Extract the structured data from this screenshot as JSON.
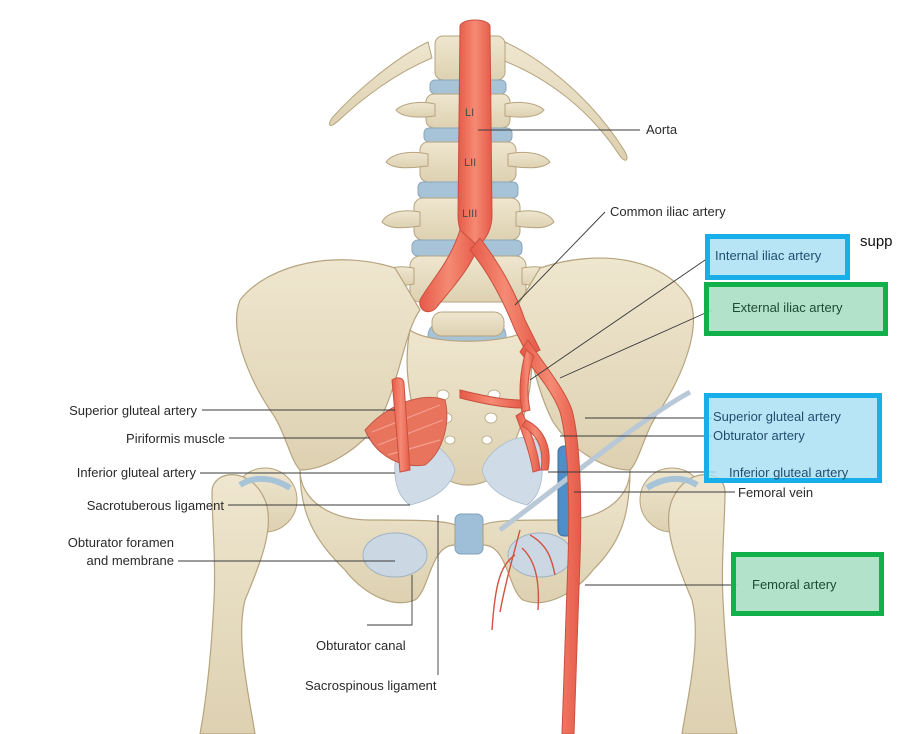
{
  "vertebra_labels": [
    "LI",
    "LII",
    "LIII"
  ],
  "labels_left": {
    "superior_gluteal_artery": "Superior gluteal artery",
    "piriformis_muscle": "Piriformis muscle",
    "inferior_gluteal_artery": "Inferior gluteal artery",
    "sacrotuberous_ligament": "Sacrotuberous ligament",
    "obturator_foramen_line1": "Obturator foramen",
    "obturator_foramen_line2": "and membrane"
  },
  "labels_right": {
    "aorta": "Aorta",
    "common_iliac_artery": "Common iliac artery",
    "femoral_vein": "Femoral vein"
  },
  "labels_bottom": {
    "obturator_canal": "Obturator canal",
    "sacrospinous_ligament": "Sacrospinous ligament"
  },
  "highlight_boxes": {
    "internal_iliac": {
      "text": "Internal iliac artery",
      "color": "#17aee9"
    },
    "external_iliac": {
      "text": "External iliac artery",
      "color": "#12b04a"
    },
    "gluteal_group": {
      "color": "#17aee9",
      "lines": [
        "Superior gluteal artery",
        "Obturator artery",
        "Inferior gluteal artery"
      ]
    },
    "femoral": {
      "text": "Femoral artery",
      "color": "#12b04a"
    }
  },
  "annotation_note": "supp",
  "colors": {
    "bone": "#e6dcc0",
    "bone_outline": "#b6a47f",
    "artery": "#ee6a57",
    "vein": "#4e8ec9",
    "ligament": "#c7d3df",
    "muscle": "#e9745e"
  }
}
